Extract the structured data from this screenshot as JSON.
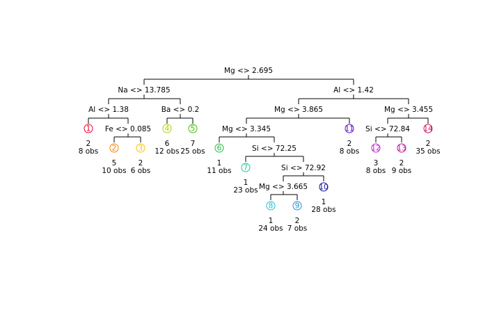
{
  "splits": [
    {
      "id": "root",
      "label": "Mg <> 2.695"
    },
    {
      "id": "n_na",
      "label": "Na <> 13.785"
    },
    {
      "id": "n_al138",
      "label": "Al <> 1.38"
    },
    {
      "id": "n_fe",
      "label": "Fe <> 0.085"
    },
    {
      "id": "n_ba",
      "label": "Ba <> 0.2"
    },
    {
      "id": "n_al142",
      "label": "Al <> 1.42"
    },
    {
      "id": "n_mg3865",
      "label": "Mg <> 3.865"
    },
    {
      "id": "n_mg3345",
      "label": "Mg <> 3.345"
    },
    {
      "id": "n_si7225",
      "label": "Si <> 72.25"
    },
    {
      "id": "n_si7292",
      "label": "Si <> 72.92"
    },
    {
      "id": "n_mg3665",
      "label": "Mg <> 3.665"
    },
    {
      "id": "n_mg3455",
      "label": "Mg <> 3.455"
    },
    {
      "id": "n_si7284",
      "label": "Si <> 72.84"
    }
  ],
  "leaves": [
    {
      "id": "1",
      "cls": "2",
      "obs": "8 obs",
      "color": "#e4002b"
    },
    {
      "id": "2",
      "cls": "5",
      "obs": "10 obs",
      "color": "#ff7f00"
    },
    {
      "id": "3",
      "cls": "2",
      "obs": "6 obs",
      "color": "#ffc000"
    },
    {
      "id": "4",
      "cls": "6",
      "obs": "12 obs",
      "color": "#b0d000"
    },
    {
      "id": "5",
      "cls": "7",
      "obs": "25 obs",
      "color": "#40c000"
    },
    {
      "id": "6",
      "cls": "1",
      "obs": "11 obs",
      "color": "#20c040"
    },
    {
      "id": "7",
      "cls": "1",
      "obs": "23 obs",
      "color": "#20c0a0"
    },
    {
      "id": "8",
      "cls": "1",
      "obs": "24 obs",
      "color": "#20c0d8"
    },
    {
      "id": "9",
      "cls": "2",
      "obs": "7 obs",
      "color": "#2090d0"
    },
    {
      "id": "10",
      "cls": "1",
      "obs": "28 obs",
      "color": "#1010a0"
    },
    {
      "id": "11",
      "cls": "2",
      "obs": "8 obs",
      "color": "#6010c0"
    },
    {
      "id": "12",
      "cls": "3",
      "obs": "8 obs",
      "color": "#c020d0"
    },
    {
      "id": "13",
      "cls": "2",
      "obs": "9 obs",
      "color": "#c010a0"
    },
    {
      "id": "14",
      "cls": "2",
      "obs": "35 obs",
      "color": "#d01060"
    }
  ]
}
